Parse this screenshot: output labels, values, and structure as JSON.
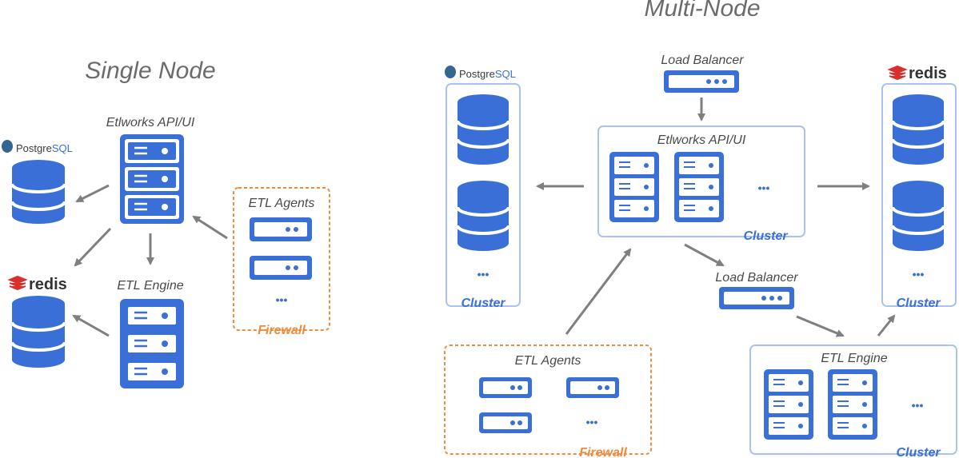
{
  "titles": {
    "single": "Single Node",
    "multi": "Multi-Node"
  },
  "labels": {
    "api_ui": "Etlworks API/UI",
    "etl_engine": "ETL Engine",
    "etl_agents": "ETL Agents",
    "load_balancer": "Load Balancer",
    "cluster": "Cluster",
    "firewall": "Firewall",
    "ellipsis": "•••"
  },
  "logos": {
    "postgres_a": "Postgre",
    "postgres_b": "SQL",
    "redis": "redis"
  },
  "colors": {
    "primary": "#3a6fd8",
    "cluster_border": "#a9c2f2",
    "firewall": "#f08a3c",
    "arrow": "#7f7f7f",
    "redis_red": "#d9302c"
  },
  "icons": [
    "server-rack-icon",
    "database-icon",
    "agent-box-icon",
    "postgresql-logo-icon",
    "redis-logo-icon",
    "arrow-icon"
  ]
}
